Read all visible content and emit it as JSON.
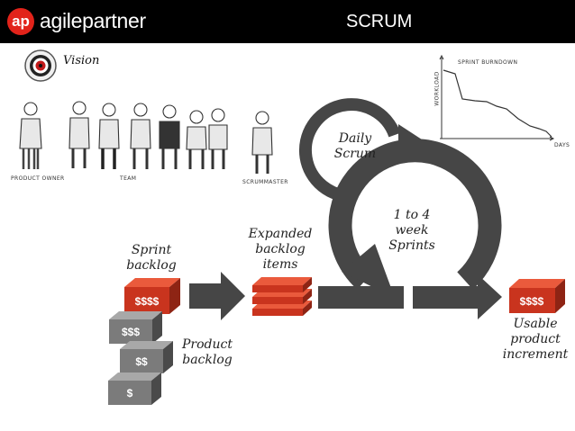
{
  "header": {
    "logo_mark": "ap",
    "logo_text": "agilepartner",
    "title": "SCRUM"
  },
  "vision": {
    "label": "Vision",
    "icon": "target-icon"
  },
  "team_labels": {
    "product_owner": "PRODUCT OWNER",
    "team": "TEAM",
    "scrum_master": "SCRUMMASTER"
  },
  "burndown": {
    "title": "SPRINT BURNDOWN",
    "ylabel": "WORKLOAD",
    "xlabel": "DAYS"
  },
  "cycle": {
    "daily_scrum": [
      "Daily",
      "Scrum"
    ],
    "sprints": [
      "1 to 4",
      "week",
      "Sprints"
    ]
  },
  "artifacts": {
    "sprint_backlog": [
      "Sprint",
      "backlog"
    ],
    "expanded_items": [
      "Expanded",
      "backlog",
      "items"
    ],
    "product_backlog": [
      "Product",
      "backlog"
    ],
    "usable_increment": [
      "Usable",
      "product",
      "increment"
    ]
  },
  "money": {
    "sprint": "$$$$",
    "p1": "$$$",
    "p2": "$$",
    "p3": "$",
    "increment": "$$$$"
  },
  "colors": {
    "accent_red": "#e2231a",
    "box_red": "#c9341e",
    "box_gray": "#7b7b7b",
    "arrow_gray": "#4a4a4a"
  }
}
